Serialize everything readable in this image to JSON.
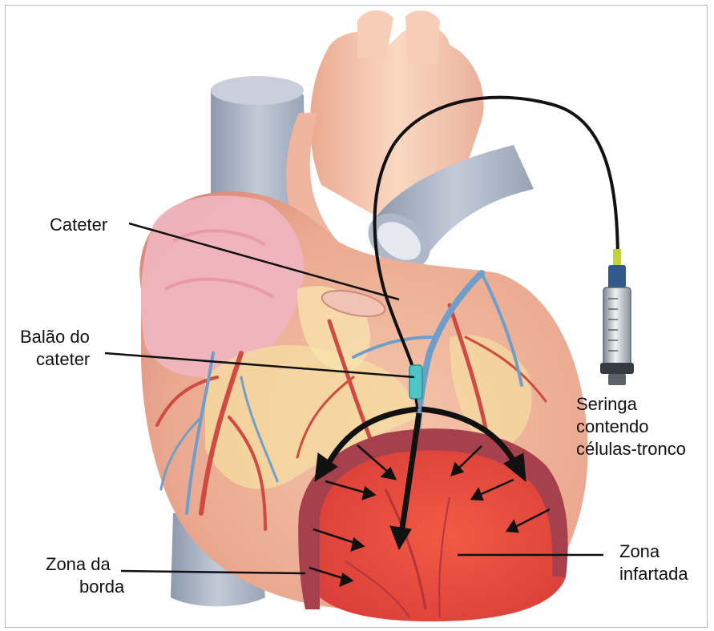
{
  "labels": {
    "cateter": "Cateter",
    "balao": {
      "line1": "Balão do",
      "line2": "cateter"
    },
    "seringa": {
      "line1": "Seringa",
      "line2": "contendo",
      "line3": "células-tronco"
    },
    "zona_borda": {
      "line1": "Zona da",
      "line2": "borda"
    },
    "zona_infartada": {
      "line1": "Zona",
      "line2": "infartada"
    }
  },
  "colors": {
    "vessel_blue": "#a9b3c4",
    "aorta": "#f3c3ad",
    "atrium": "#f0b7c0",
    "myocardium": "#f2c8ad",
    "fat": "#f6e2a6",
    "artery_red": "#cf4a42",
    "vein_blue": "#6f9fc9",
    "infarct_red": "#e8463a",
    "border_zone": "#a5404c",
    "catheter_balloon": "#4fc6c6"
  }
}
